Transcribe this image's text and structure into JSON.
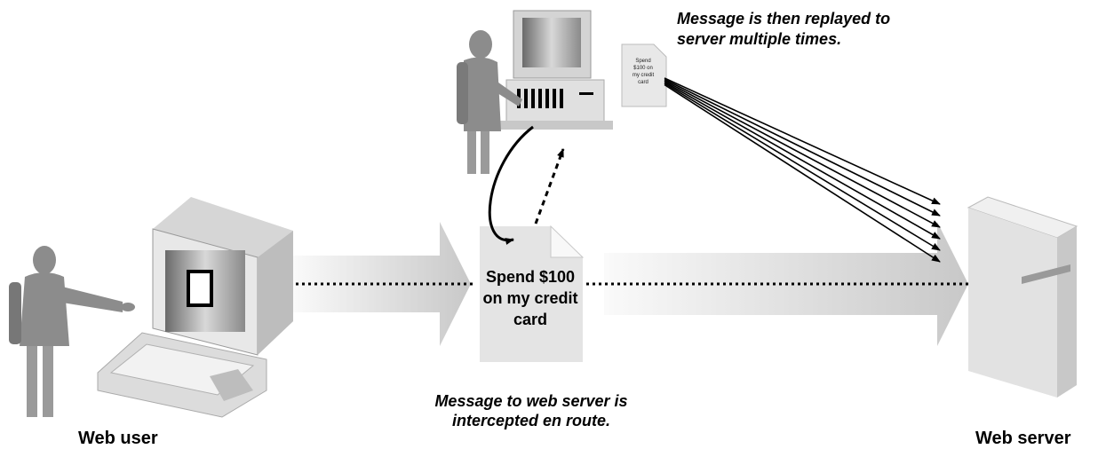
{
  "labels": {
    "web_user": "Web user",
    "web_server": "Web server"
  },
  "message": {
    "line1": "Spend $100",
    "line2": "on my credit",
    "line3": "card"
  },
  "replay_copy": {
    "line1": "Spend",
    "line2": "$100 on",
    "line3": "my credit",
    "line4": "card"
  },
  "notes": {
    "replay_line1": "Message is then replayed to",
    "replay_line2": "server multiple times.",
    "intercept_line1": "Message to web server is",
    "intercept_line2": "intercepted en route."
  },
  "replay_arrow_count": 6,
  "colors": {
    "flow_light": "#f2f2f2",
    "flow_dark": "#c4c4c4",
    "device_light": "#e6e6e6",
    "device_mid": "#c8c8c8",
    "person": "#8c8c8c",
    "ink": "#000000"
  }
}
